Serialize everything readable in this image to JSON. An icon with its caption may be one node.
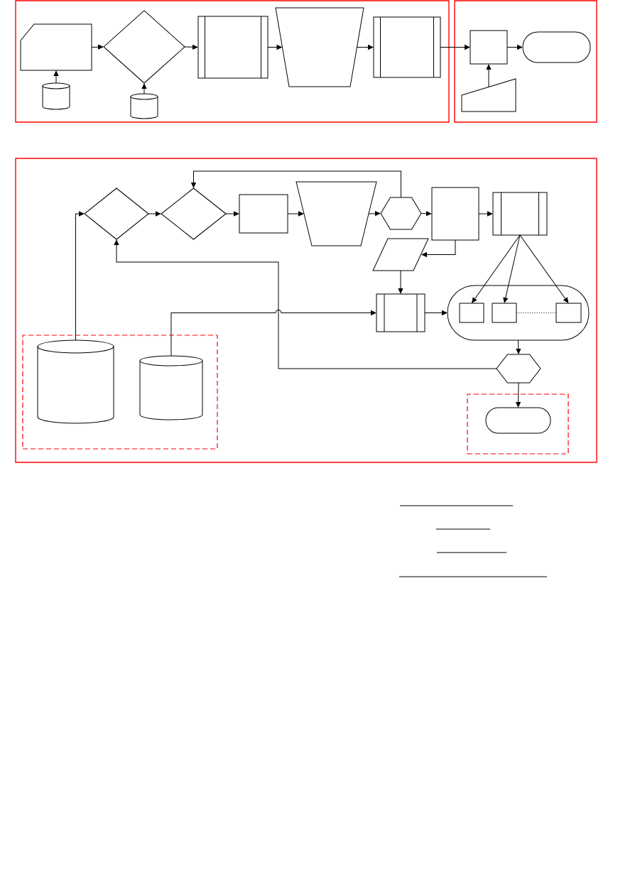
{
  "diagram": {
    "nodes": [
      {
        "text": [],
        "shape": "frame"
      },
      {
        "text": [],
        "shape": "card",
        "in": 0
      },
      {
        "text": [],
        "shape": "cylinder",
        "in": 0
      },
      {
        "text": [],
        "shape": "diamond",
        "in": 0
      },
      {
        "text": [],
        "shape": "cylinder",
        "in": 0
      },
      {
        "text": [],
        "shape": "subprocess",
        "in": 0
      },
      {
        "text": [],
        "shape": "trapezoid",
        "in": 0
      },
      {
        "text": [],
        "shape": "subprocess",
        "in": 0
      },
      {
        "text": [],
        "shape": "frame"
      },
      {
        "text": [],
        "shape": "box",
        "in": 8
      },
      {
        "text": [],
        "shape": "stadium",
        "in": 8
      },
      {
        "text": [],
        "shape": "ramp",
        "in": 8
      },
      {
        "text": [],
        "shape": "frame"
      },
      {
        "text": [],
        "shape": "diamond",
        "in": 12
      },
      {
        "text": [],
        "shape": "diamond",
        "in": 12
      },
      {
        "text": [],
        "shape": "box",
        "in": 12
      },
      {
        "text": [],
        "shape": "trapezoid",
        "in": 12
      },
      {
        "text": [],
        "shape": "hexagon",
        "in": 12
      },
      {
        "text": [],
        "shape": "box",
        "in": 12
      },
      {
        "text": [],
        "shape": "subprocess",
        "in": 12
      },
      {
        "text": [],
        "shape": "parallelogram",
        "in": 12
      },
      {
        "text": [],
        "shape": "subprocess",
        "in": 12
      },
      {
        "text": [],
        "shape": "stadium",
        "in": 12
      },
      {
        "text": [],
        "shape": "box",
        "in": 22
      },
      {
        "text": [],
        "shape": "box",
        "in": 22
      },
      {
        "text": [],
        "shape": "box",
        "in": 22
      },
      {
        "text": [],
        "shape": "frame",
        "in": 12
      },
      {
        "text": [],
        "shape": "cylinder",
        "in": 26
      },
      {
        "text": [],
        "shape": "cylinder",
        "in": 26
      },
      {
        "text": [],
        "shape": "hexagon",
        "in": 12
      },
      {
        "text": [],
        "shape": "frame",
        "in": 12
      },
      {
        "text": [],
        "shape": "stadium",
        "in": 30
      }
    ],
    "edges": [
      {
        "from": 1,
        "to": 3,
        "arrow": "to"
      },
      {
        "from": 2,
        "to": 1,
        "arrow": "to"
      },
      {
        "from": 4,
        "to": 3,
        "arrow": "to"
      },
      {
        "from": 3,
        "to": 5,
        "arrow": "to"
      },
      {
        "from": 5,
        "to": 6,
        "arrow": "to"
      },
      {
        "from": 6,
        "to": 7,
        "arrow": "to"
      },
      {
        "from": 7,
        "to": 9,
        "arrow": "to"
      },
      {
        "from": 9,
        "to": 10,
        "arrow": "to"
      },
      {
        "from": 11,
        "to": 9,
        "arrow": "to"
      },
      {
        "from": 27,
        "to": 13,
        "arrow": "to"
      },
      {
        "from": 13,
        "to": 14,
        "arrow": "to"
      },
      {
        "from": 14,
        "to": 15,
        "arrow": "to"
      },
      {
        "from": 15,
        "to": 16,
        "arrow": "to"
      },
      {
        "from": 16,
        "to": 17,
        "arrow": "to"
      },
      {
        "from": 17,
        "to": 14,
        "arrow": "to"
      },
      {
        "from": 17,
        "to": 18,
        "arrow": "to"
      },
      {
        "from": 18,
        "to": 19,
        "arrow": "to"
      },
      {
        "from": 18,
        "to": 20,
        "arrow": "to"
      },
      {
        "from": 20,
        "to": 21,
        "arrow": "to"
      },
      {
        "from": 28,
        "to": 21,
        "arrow": "to"
      },
      {
        "from": 21,
        "to": 22,
        "arrow": "to"
      },
      {
        "from": 19,
        "to": 23,
        "arrow": "to"
      },
      {
        "from": 19,
        "to": 24,
        "arrow": "to"
      },
      {
        "from": 19,
        "to": 25,
        "arrow": "to"
      },
      {
        "from": 24,
        "to": 25,
        "arrow": "none",
        "style": "dashed"
      },
      {
        "from": 22,
        "to": 29,
        "arrow": "to"
      },
      {
        "from": 29,
        "to": 13,
        "arrow": "to"
      },
      {
        "from": 29,
        "to": 31,
        "arrow": "to"
      }
    ]
  }
}
